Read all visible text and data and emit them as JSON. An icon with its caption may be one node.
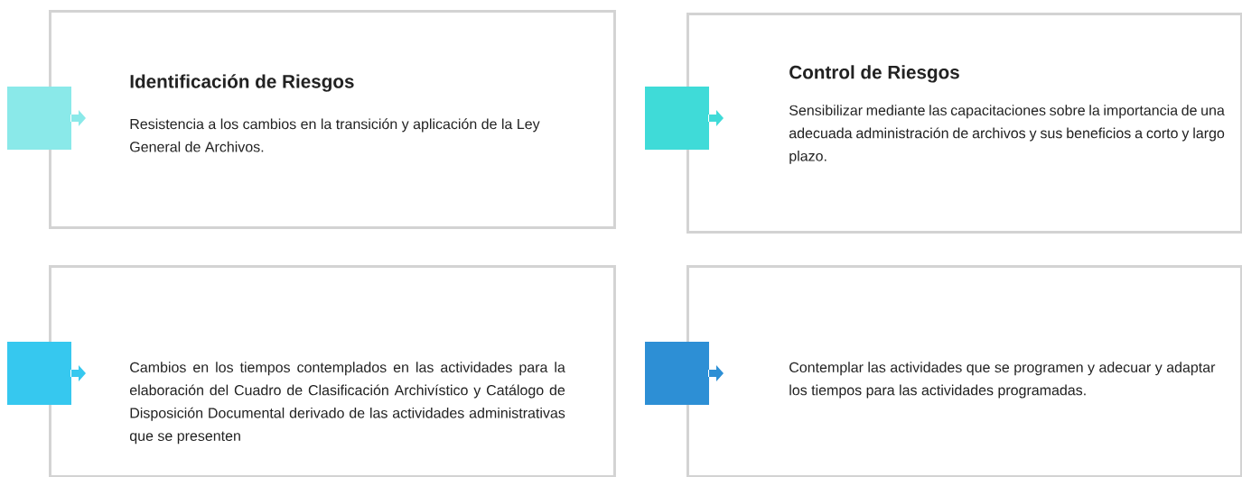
{
  "diagram": {
    "nodes": [
      {
        "text": [
          "Identificación de Riesgos",
          "Resistencia a los cambios en la transición y aplicación de la Ley General de Archivos."
        ]
      },
      {
        "text": [
          "Control de Riesgos",
          "Sensibilizar mediante las capacitaciones sobre la importancia de una adecuada administración de archivos y sus beneficios a corto y largo plazo."
        ]
      },
      {
        "text": [
          "Cambios en los tiempos contemplados en las actividades para la elaboración del Cuadro de Clasificación Archivístico y Catálogo de Disposición Documental derivado de las actividades administrativas que se presenten"
        ]
      },
      {
        "text": [
          "Contemplar las actividades que se programen y adecuar y adaptar los tiempos para las actividades programadas."
        ]
      }
    ]
  }
}
